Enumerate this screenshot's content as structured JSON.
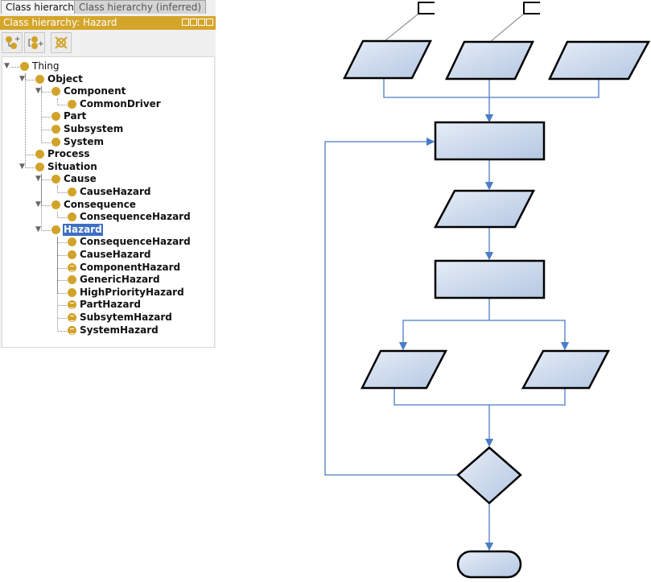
{
  "tabs": [
    {
      "label": "Class hierarchy",
      "active": true
    },
    {
      "label": "Class hierarchy (inferred)",
      "active": false
    }
  ],
  "panel": {
    "title": "Class hierarchy: Hazard",
    "toolbar": [
      "add-subclass-icon",
      "add-sibling-icon",
      "delete-class-icon"
    ]
  },
  "tree": [
    {
      "label": "Thing",
      "level": 0,
      "expanded": true,
      "bold": false
    },
    {
      "label": "Object",
      "level": 1,
      "expanded": true
    },
    {
      "label": "Component",
      "level": 2,
      "expanded": true
    },
    {
      "label": "CommonDriver",
      "level": 3
    },
    {
      "label": "Part",
      "level": 2
    },
    {
      "label": "Subsystem",
      "level": 2
    },
    {
      "label": "System",
      "level": 2
    },
    {
      "label": "Process",
      "level": 1
    },
    {
      "label": "Situation",
      "level": 1,
      "expanded": true
    },
    {
      "label": "Cause",
      "level": 2,
      "expanded": true
    },
    {
      "label": "CauseHazard",
      "level": 3
    },
    {
      "label": "Consequence",
      "level": 2,
      "expanded": true
    },
    {
      "label": "ConsequenceHazard",
      "level": 3
    },
    {
      "label": "Hazard",
      "level": 2,
      "expanded": true,
      "selected": true
    },
    {
      "label": "ConsequenceHazard",
      "level": 3
    },
    {
      "label": "CauseHazard",
      "level": 3
    },
    {
      "label": "ComponentHazard",
      "level": 3,
      "defined": true
    },
    {
      "label": "GenericHazard",
      "level": 3
    },
    {
      "label": "HighPriorityHazard",
      "level": 3
    },
    {
      "label": "PartHazard",
      "level": 3,
      "defined": true
    },
    {
      "label": "SubsytemHazard",
      "level": 3,
      "defined": true
    },
    {
      "label": "SystemHazard",
      "level": 3,
      "defined": true
    }
  ],
  "colors": {
    "accent": "#d4a52a",
    "selection": "#3c6fc4",
    "connector": "#4a7cc7",
    "shape_fill_light": "#e6edf7",
    "shape_fill_dark": "#b4c7e2"
  }
}
